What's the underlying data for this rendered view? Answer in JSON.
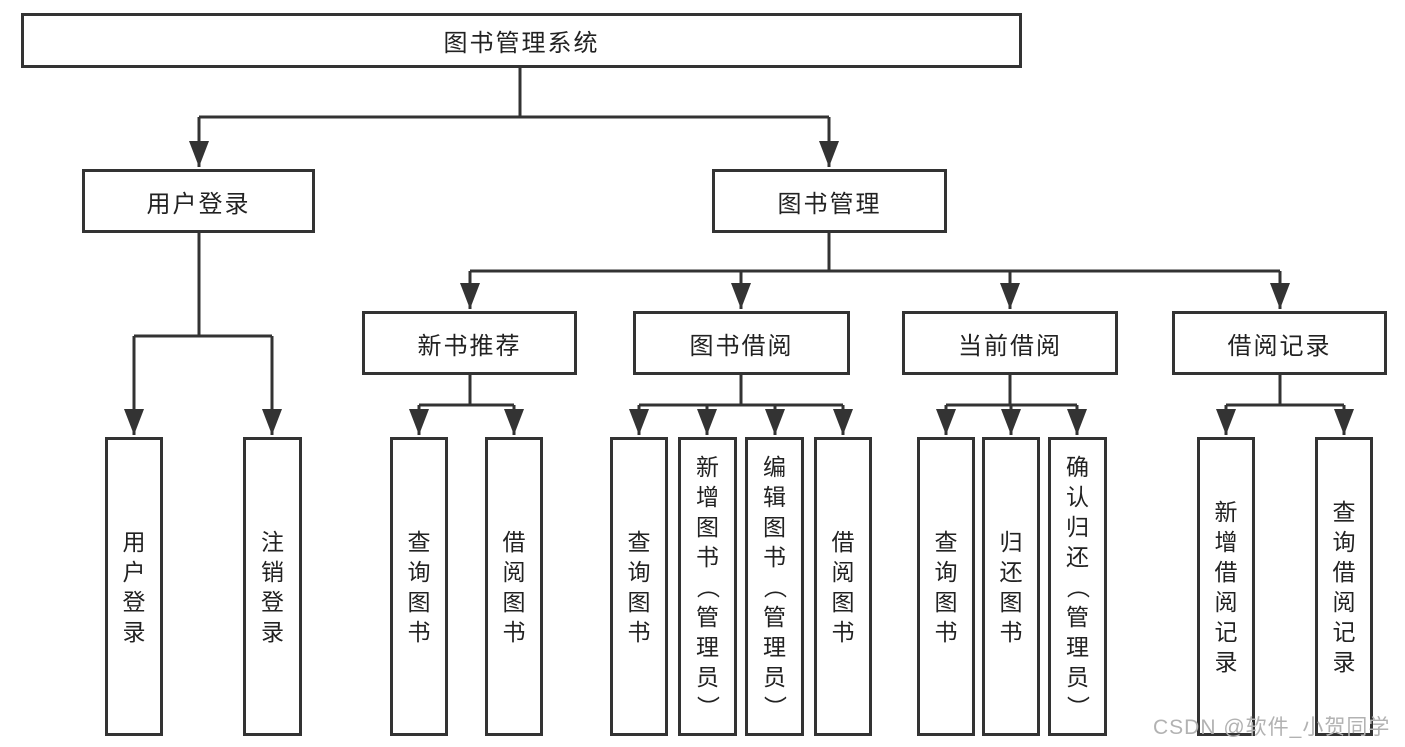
{
  "diagram": {
    "root": {
      "label": "图书管理系统"
    },
    "user_login": {
      "label": "用户登录"
    },
    "book_management": {
      "label": "图书管理"
    },
    "new_book_recommend": {
      "label": "新书推荐"
    },
    "book_borrow": {
      "label": "图书借阅"
    },
    "current_borrow": {
      "label": "当前借阅"
    },
    "borrow_records": {
      "label": "借阅记录"
    },
    "leaf_user_login": {
      "label": "用户登录"
    },
    "leaf_logout": {
      "label": "注销登录"
    },
    "leaf_query_book_rec": {
      "label": "查询图书"
    },
    "leaf_borrow_book_rec": {
      "label": "借阅图书"
    },
    "leaf_query_book_borrow": {
      "label": "查询图书"
    },
    "leaf_add_book": {
      "label": "新增图书（管理员）"
    },
    "leaf_edit_book": {
      "label": "编辑图书（管理员）"
    },
    "leaf_borrow_book": {
      "label": "借阅图书"
    },
    "leaf_query_book_current": {
      "label": "查询图书"
    },
    "leaf_return_book": {
      "label": "归还图书"
    },
    "leaf_confirm_return": {
      "label": "确认归还（管理员）"
    },
    "leaf_add_borrow_record": {
      "label": "新增借阅记录"
    },
    "leaf_query_borrow_record": {
      "label": "查询借阅记录"
    }
  },
  "watermark": {
    "text": "CSDN @软件_小贺同学"
  },
  "colors": {
    "line": "#333333",
    "box_border": "#333333",
    "text": "#222222",
    "watermark": "#b2b2b2",
    "background": "#ffffff"
  }
}
